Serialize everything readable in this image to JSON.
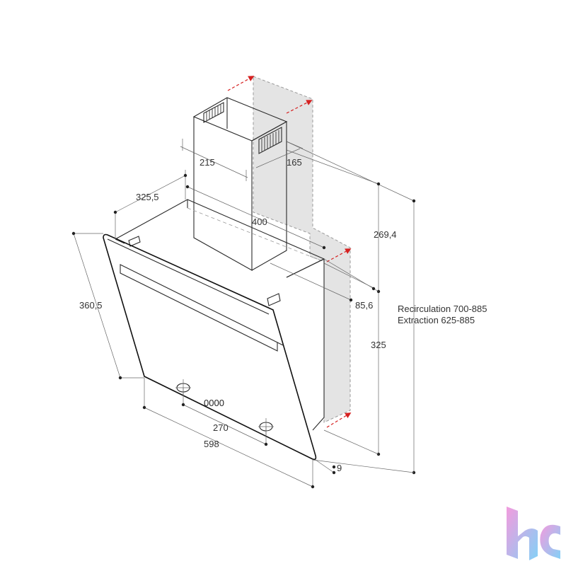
{
  "dimensions": {
    "chimney_width": "215",
    "chimney_depth": "165",
    "top_depth": "325,5",
    "top_width": "400",
    "glass_height": "360,5",
    "chimney_height": "269,4",
    "hood_depth": "85,6",
    "hood_height": "325",
    "control_spacing": "270",
    "total_width": "598",
    "glass_thickness": "9"
  },
  "height_notes": {
    "recirculation": "Recirculation 700-885",
    "extraction": "Extraction 625-885"
  },
  "control_panel": {
    "display": "0000"
  },
  "colors": {
    "line": "#2a2a2a",
    "dimension": "#666666",
    "shaded_area": "#e4e4e4",
    "arrow": "#d62020",
    "logo_gradient": [
      "#f08ad8",
      "#6ec8f5"
    ]
  },
  "logo": {
    "icon": "brand-logo-icon"
  }
}
